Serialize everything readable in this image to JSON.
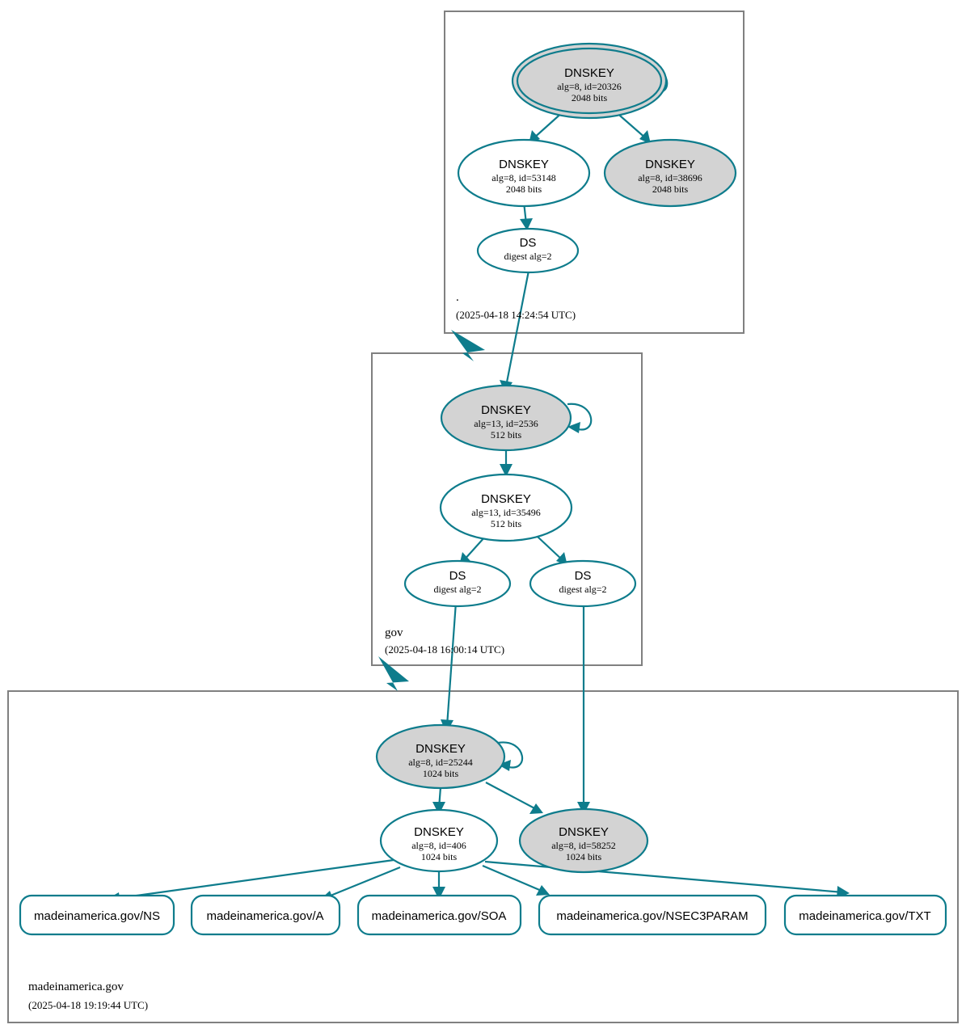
{
  "diagram": {
    "type": "dnssec-authentication-chain",
    "title": "DNSSEC authentication chain for madeinamerica.gov",
    "colors": {
      "accent": "#0e7c8c",
      "secure_key_fill": "#d3d3d3",
      "zone_border": "#808080",
      "node_fill": "#ffffff"
    }
  },
  "zones": [
    {
      "id": "root",
      "label": ".",
      "timestamp": "(2025-04-18 14:24:54 UTC)",
      "nodes": [
        {
          "id": "root-ksk-20326",
          "kind": "DNSKEY",
          "title": "DNSKEY",
          "line2": "alg=8, id=20326",
          "line3": "2048 bits",
          "alg": 8,
          "key_id": 20326,
          "bits": 2048,
          "trust_anchor": true,
          "self_signed": true,
          "fill": "gray"
        },
        {
          "id": "root-zsk-53148",
          "kind": "DNSKEY",
          "title": "DNSKEY",
          "line2": "alg=8, id=53148",
          "line3": "2048 bits",
          "alg": 8,
          "key_id": 53148,
          "bits": 2048,
          "trust_anchor": false,
          "self_signed": false,
          "fill": "white"
        },
        {
          "id": "root-key-38696",
          "kind": "DNSKEY",
          "title": "DNSKEY",
          "line2": "alg=8, id=38696",
          "line3": "2048 bits",
          "alg": 8,
          "key_id": 38696,
          "bits": 2048,
          "trust_anchor": false,
          "self_signed": false,
          "fill": "gray"
        },
        {
          "id": "root-ds-gov",
          "kind": "DS",
          "title": "DS",
          "line2": "digest alg=2",
          "digest_alg": 2,
          "fill": "white"
        }
      ]
    },
    {
      "id": "gov",
      "label": "gov",
      "timestamp": "(2025-04-18 16:00:14 UTC)",
      "nodes": [
        {
          "id": "gov-ksk-2536",
          "kind": "DNSKEY",
          "title": "DNSKEY",
          "line2": "alg=13, id=2536",
          "line3": "512 bits",
          "alg": 13,
          "key_id": 2536,
          "bits": 512,
          "trust_anchor": false,
          "self_signed": true,
          "fill": "gray"
        },
        {
          "id": "gov-zsk-35496",
          "kind": "DNSKEY",
          "title": "DNSKEY",
          "line2": "alg=13, id=35496",
          "line3": "512 bits",
          "alg": 13,
          "key_id": 35496,
          "bits": 512,
          "trust_anchor": false,
          "self_signed": false,
          "fill": "white"
        },
        {
          "id": "gov-ds-left",
          "kind": "DS",
          "title": "DS",
          "line2": "digest alg=2",
          "digest_alg": 2,
          "fill": "white"
        },
        {
          "id": "gov-ds-right",
          "kind": "DS",
          "title": "DS",
          "line2": "digest alg=2",
          "digest_alg": 2,
          "fill": "white"
        }
      ]
    },
    {
      "id": "madeinamerica",
      "label": "madeinamerica.gov",
      "timestamp": "(2025-04-18 19:19:44 UTC)",
      "nodes": [
        {
          "id": "mia-ksk-25244",
          "kind": "DNSKEY",
          "title": "DNSKEY",
          "line2": "alg=8, id=25244",
          "line3": "1024 bits",
          "alg": 8,
          "key_id": 25244,
          "bits": 1024,
          "trust_anchor": false,
          "self_signed": true,
          "fill": "gray"
        },
        {
          "id": "mia-zsk-406",
          "kind": "DNSKEY",
          "title": "DNSKEY",
          "line2": "alg=8, id=406",
          "line3": "1024 bits",
          "alg": 8,
          "key_id": 406,
          "bits": 1024,
          "trust_anchor": false,
          "self_signed": false,
          "fill": "white"
        },
        {
          "id": "mia-key-58252",
          "kind": "DNSKEY",
          "title": "DNSKEY",
          "line2": "alg=8, id=58252",
          "line3": "1024 bits",
          "alg": 8,
          "key_id": 58252,
          "bits": 1024,
          "trust_anchor": false,
          "self_signed": false,
          "fill": "gray"
        }
      ],
      "rrsets": [
        {
          "id": "rr-ns",
          "label": "madeinamerica.gov/NS"
        },
        {
          "id": "rr-a",
          "label": "madeinamerica.gov/A"
        },
        {
          "id": "rr-soa",
          "label": "madeinamerica.gov/SOA"
        },
        {
          "id": "rr-nsec3param",
          "label": "madeinamerica.gov/NSEC3PARAM"
        },
        {
          "id": "rr-txt",
          "label": "madeinamerica.gov/TXT"
        }
      ]
    }
  ]
}
